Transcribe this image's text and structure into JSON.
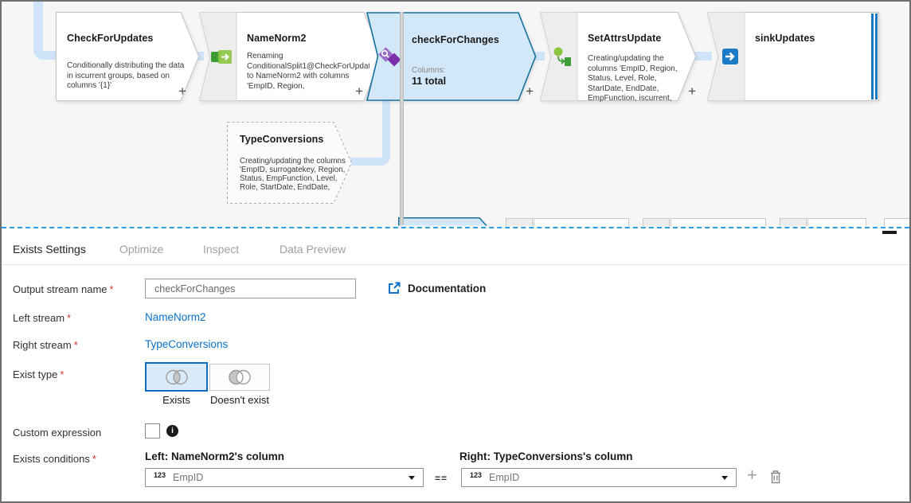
{
  "colors": {
    "accent": "#0078d4",
    "selected_node_fill": "#d2e7f8",
    "selected_node_border": "#17719d",
    "connector": "#cfe4f8",
    "link": "#0b72c9",
    "required_asterisk": "#d13438"
  },
  "canvas": {
    "nodes": {
      "check_for_updates": {
        "title": "CheckForUpdates",
        "description": "Conditionally distributing the data in iscurrent groups, based on columns '{1}'",
        "add_label": "+"
      },
      "name_norm2": {
        "title": "NameNorm2",
        "icon": "select-icon",
        "description": "Renaming ConditionalSplit1@CheckForUpdates to NameNorm2 with columns 'EmpID, Region,",
        "add_label": "+"
      },
      "check_for_changes": {
        "title": "checkForChanges",
        "icon": "exists-icon",
        "columns_label": "Columns:",
        "columns_value": "11 total",
        "add_label": "+"
      },
      "set_attrs_update": {
        "title": "SetAttrsUpdate",
        "icon": "derived-column-icon",
        "description": "Creating/updating the columns 'EmpID, Region, Status, Level, Role, StartDate, EndDate, EmpFunction, iscurrent,",
        "add_label": "+"
      },
      "sink_updates": {
        "title": "sinkUpdates",
        "icon": "sink-icon"
      },
      "type_conversions": {
        "title": "TypeConversions",
        "description": "Creating/updating the columns 'EmpID, surrogatekey, Region, Status, EmpFunction, Level, Role, StartDate, EndDate,"
      }
    }
  },
  "panel": {
    "tabs": [
      {
        "label": "Exists Settings",
        "active": true
      },
      {
        "label": "Optimize",
        "active": false
      },
      {
        "label": "Inspect",
        "active": false
      },
      {
        "label": "Data Preview",
        "active": false
      }
    ],
    "fields": {
      "output_stream_name": {
        "label": "Output stream name",
        "required": "*",
        "value": "checkForChanges"
      },
      "documentation": {
        "label": "Documentation",
        "icon": "external-link-icon"
      },
      "left_stream": {
        "label": "Left stream",
        "required": "*",
        "value": "NameNorm2"
      },
      "right_stream": {
        "label": "Right stream",
        "required": "*",
        "value": "TypeConversions"
      },
      "exist_type": {
        "label": "Exist type",
        "required": "*",
        "options": [
          {
            "label": "Exists",
            "selected": true,
            "icon": "venn-intersection-icon"
          },
          {
            "label": "Doesn't exist",
            "selected": false,
            "icon": "venn-difference-icon"
          }
        ]
      },
      "custom_expression": {
        "label": "Custom expression",
        "checked": false
      },
      "exists_conditions": {
        "label": "Exists conditions",
        "required": "*",
        "left_header": "Left: NameNorm2's column",
        "right_header": "Right: TypeConversions's column",
        "type_badge": "123",
        "left_value": "EmpID",
        "right_value": "EmpID",
        "operator": "=="
      }
    }
  }
}
